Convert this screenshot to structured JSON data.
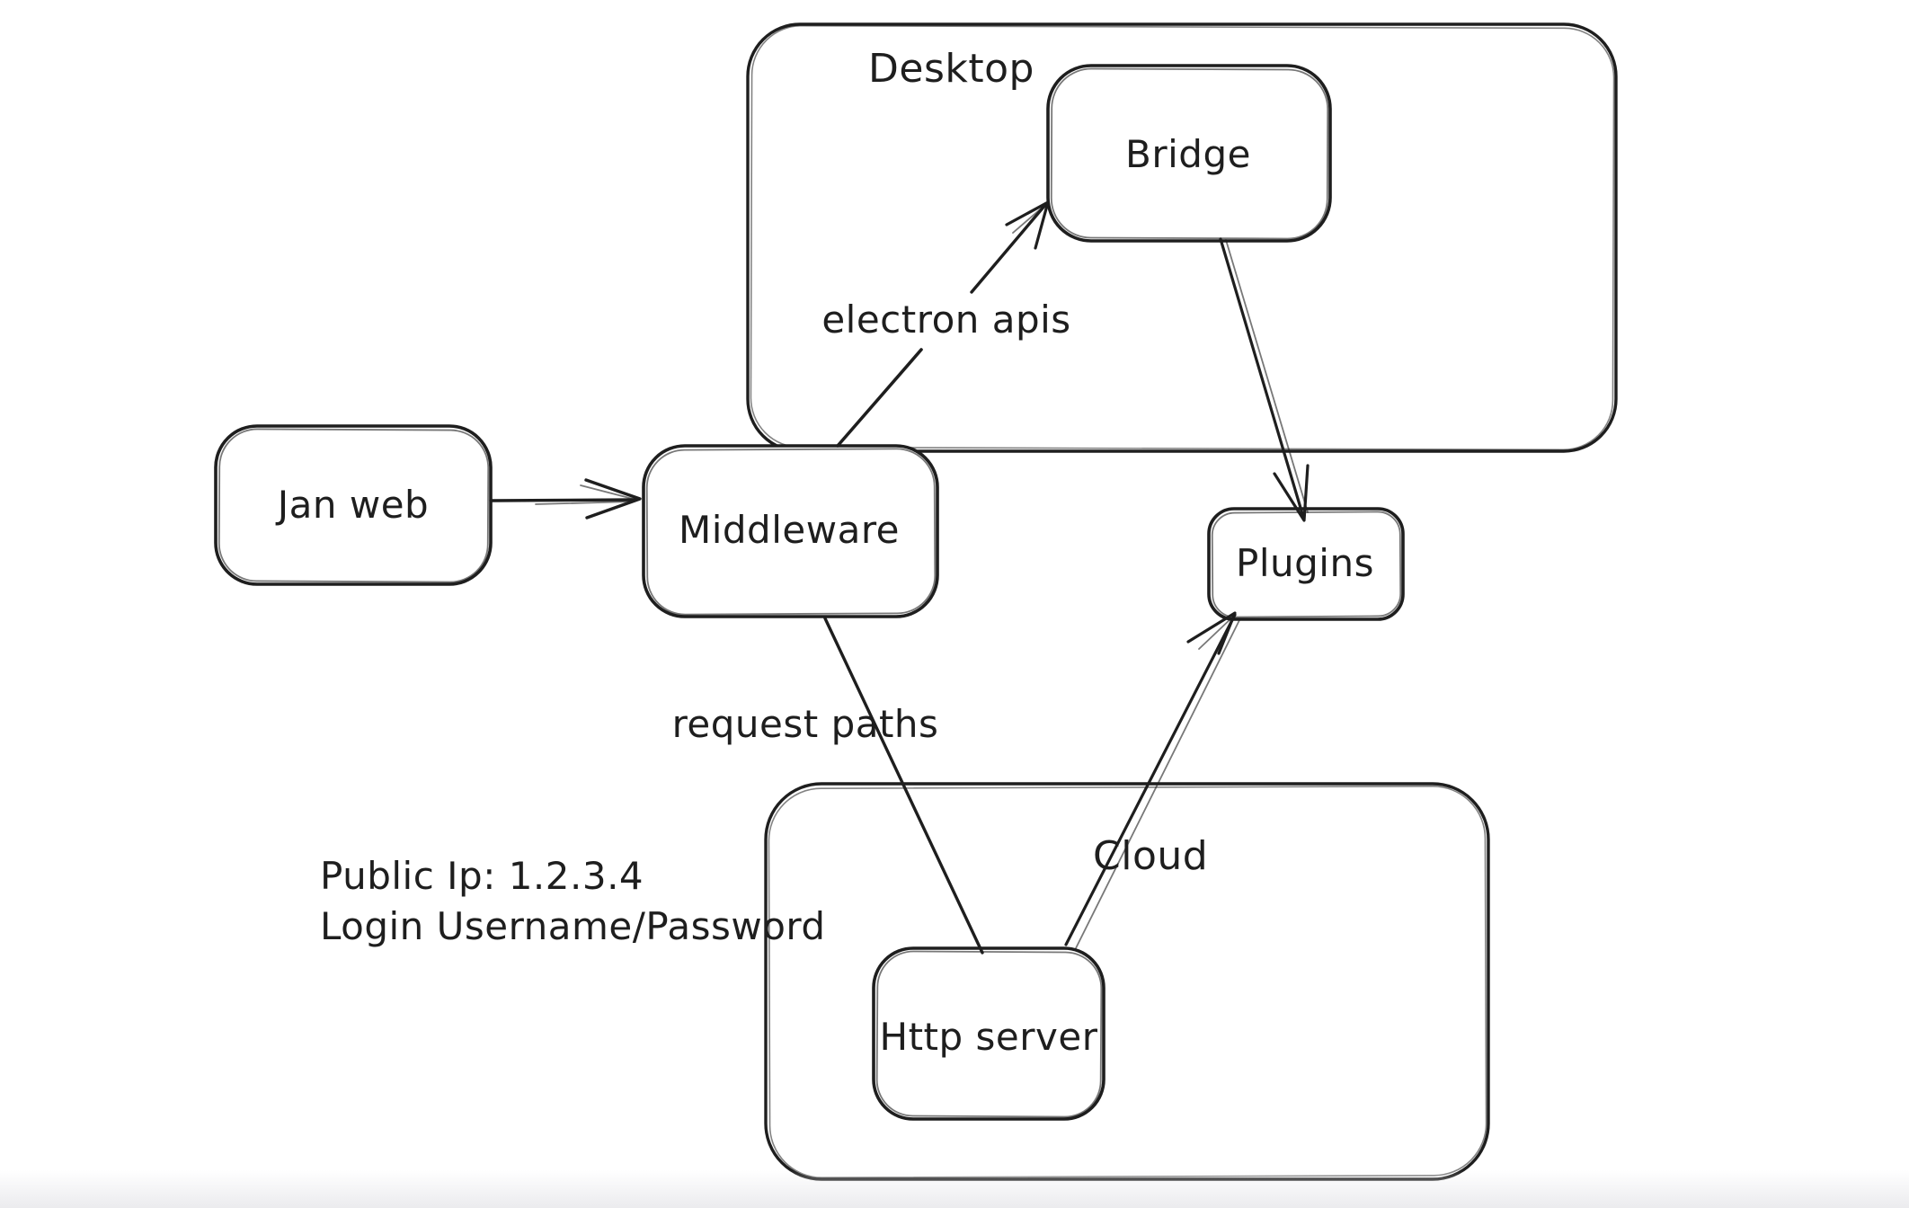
{
  "diagram": {
    "background": "#ffffff",
    "stroke_color": "#1e1e1e",
    "containers": [
      {
        "id": "desktop",
        "label": "Desktop"
      },
      {
        "id": "cloud",
        "label": "Cloud"
      }
    ],
    "nodes": [
      {
        "id": "jan-web",
        "label": "Jan web"
      },
      {
        "id": "middleware",
        "label": "Middleware"
      },
      {
        "id": "bridge",
        "label": "Bridge"
      },
      {
        "id": "plugins",
        "label": "Plugins"
      },
      {
        "id": "http-server",
        "label": "Http server"
      }
    ],
    "edges": [
      {
        "id": "jan-web-to-middleware",
        "from": "Jan web",
        "to": "Middleware",
        "label": ""
      },
      {
        "id": "middleware-to-bridge",
        "from": "Middleware",
        "to": "Bridge",
        "label": "electron apis"
      },
      {
        "id": "bridge-to-plugins",
        "from": "Bridge",
        "to": "Plugins",
        "label": ""
      },
      {
        "id": "middleware-to-http-server",
        "from": "Middleware",
        "to": "Http server",
        "label": "request paths"
      },
      {
        "id": "http-server-to-plugins",
        "from": "Http server",
        "to": "Plugins",
        "label": ""
      }
    ],
    "annotations": [
      {
        "text": "Public Ip: 1.2.3.4"
      },
      {
        "text": "Login Username/Password"
      }
    ]
  }
}
